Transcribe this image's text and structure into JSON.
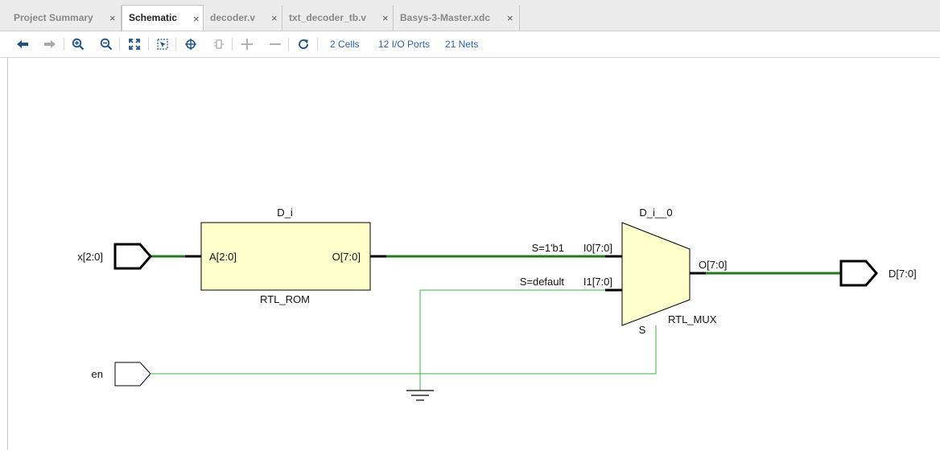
{
  "tabs": [
    {
      "label": "Project Summary"
    },
    {
      "label": "Schematic"
    },
    {
      "label": "decoder.v"
    },
    {
      "label": "txt_decoder_tb.v"
    },
    {
      "label": "Basys-3-Master.xdc"
    }
  ],
  "close_glyph": "×",
  "toolbar": {
    "icons": [
      "back-icon",
      "forward-icon",
      "zoom-in-icon",
      "zoom-out-icon",
      "fit-view-icon",
      "zoom-selection-icon",
      "select-target-icon",
      "expand-cell-icon",
      "add-icon",
      "remove-icon",
      "refresh-icon"
    ],
    "cells": "2 Cells",
    "ports": "12 I/O Ports",
    "nets": "21 Nets"
  },
  "schematic": {
    "rom": {
      "name": "D_i",
      "type": "RTL_ROM",
      "in_pin": "A[2:0]",
      "out_pin": "O[7:0]"
    },
    "mux": {
      "name": "D_i__0",
      "type": "RTL_MUX",
      "i0": "I0[7:0]",
      "i1": "I1[7:0]",
      "out_pin": "O[7:0]",
      "sel": "S"
    },
    "cond_i0": "S=1'b1",
    "cond_i1": "S=default",
    "ports": {
      "x": "x[2:0]",
      "en": "en",
      "d": "D[7:0]"
    },
    "colors": {
      "bus": "#1f7a1f",
      "net": "#3cb43c",
      "cell_fill": "#ffffcc",
      "pin": "#000000"
    }
  }
}
